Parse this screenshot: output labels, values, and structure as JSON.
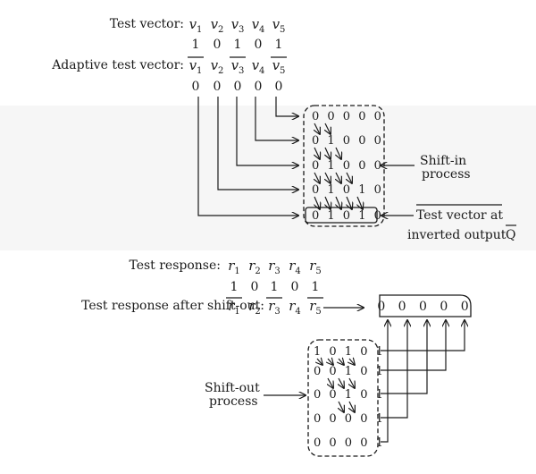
{
  "top": {
    "test_vector_label": "Test vector:",
    "adaptive_label": "Adaptive test vector:",
    "vars": [
      {
        "sym": "v",
        "sub": "1"
      },
      {
        "sym": "v",
        "sub": "2"
      },
      {
        "sym": "v",
        "sub": "3"
      },
      {
        "sym": "v",
        "sub": "4"
      },
      {
        "sym": "v",
        "sub": "5"
      }
    ],
    "bits": [
      "1",
      "0",
      "1",
      "0",
      "1"
    ],
    "adaptive_vars": [
      {
        "sym": "v",
        "sub": "1",
        "inverted": true
      },
      {
        "sym": "v",
        "sub": "2",
        "inverted": false
      },
      {
        "sym": "v",
        "sub": "3",
        "inverted": true
      },
      {
        "sym": "v",
        "sub": "4",
        "inverted": false
      },
      {
        "sym": "v",
        "sub": "5",
        "inverted": true
      }
    ],
    "adaptive_bits": [
      "0",
      "0",
      "0",
      "0",
      "0"
    ],
    "register_rows": [
      "0 0 0 0 0",
      "0 1 0 0 0",
      "0 1 0 0 0",
      "0 1 0 1 0",
      "0 1 0 1 0"
    ],
    "shift_in_label_1": "Shift-in",
    "shift_in_label_2": "process",
    "test_vector_at_1": "Test vector at",
    "test_vector_at_2": "inverted output",
    "q_symbol": "Q"
  },
  "bottom": {
    "test_response_label": "Test response:",
    "after_shift_label": "Test response after shift-out:",
    "vars": [
      {
        "sym": "r",
        "sub": "1"
      },
      {
        "sym": "r",
        "sub": "2"
      },
      {
        "sym": "r",
        "sub": "3"
      },
      {
        "sym": "r",
        "sub": "4"
      },
      {
        "sym": "r",
        "sub": "5"
      }
    ],
    "bits": [
      "1",
      "0",
      "1",
      "0",
      "1"
    ],
    "after_vars": [
      {
        "sym": "r",
        "sub": "1",
        "inverted": true
      },
      {
        "sym": "r",
        "sub": "2",
        "inverted": false
      },
      {
        "sym": "r",
        "sub": "3",
        "inverted": true
      },
      {
        "sym": "r",
        "sub": "4",
        "inverted": false
      },
      {
        "sym": "r",
        "sub": "5",
        "inverted": true
      }
    ],
    "output_row": "0 0 0 0 0",
    "register_rows": [
      "1 0 1 0 1",
      "0 0 1 0 1",
      "0 0 1 0 1",
      "0 0 0 0 1",
      "0 0 0 0 1"
    ],
    "shift_out_label_1": "Shift-out",
    "shift_out_label_2": "process"
  }
}
